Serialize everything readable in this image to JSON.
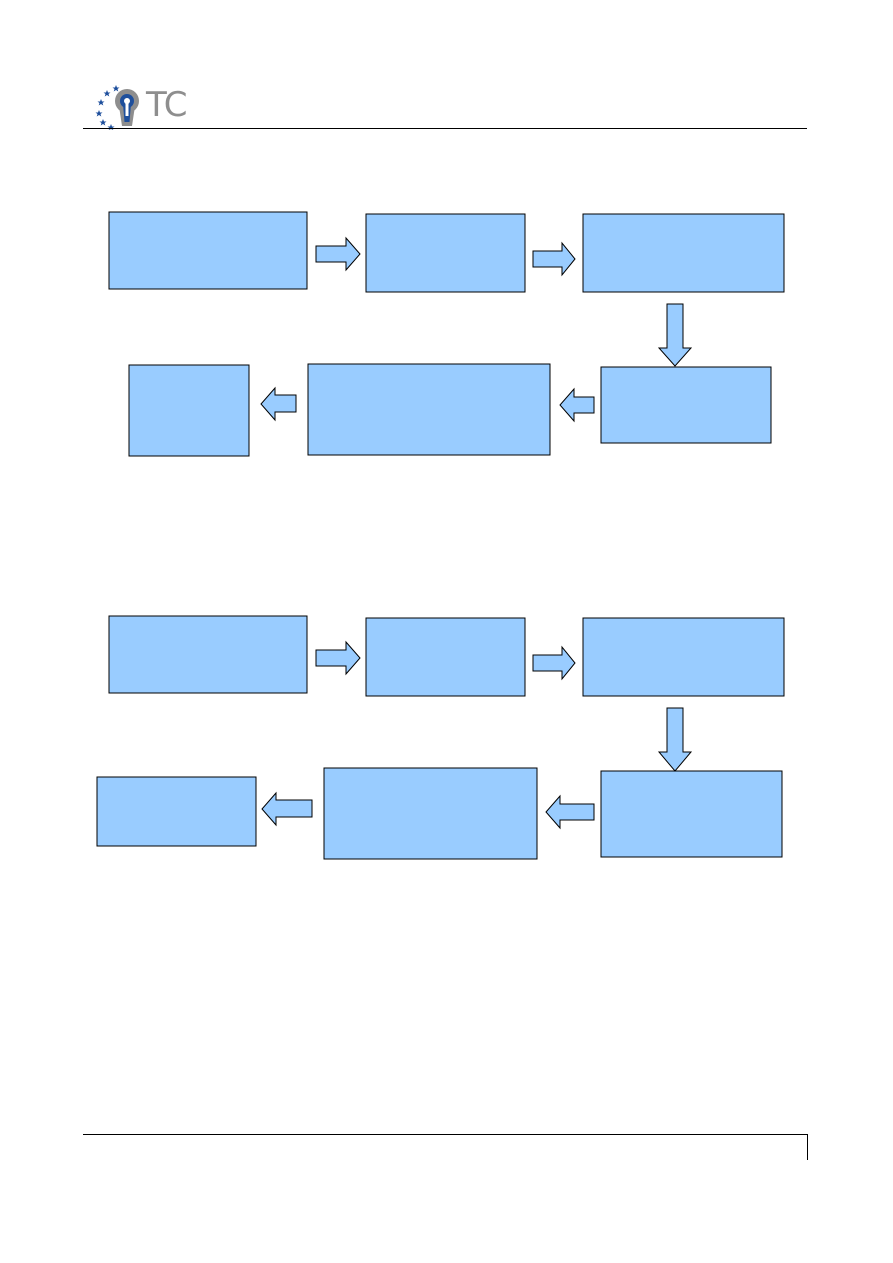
{
  "header": {
    "logo_text": "TC",
    "logo_icon": "keyhole-stars-logo"
  },
  "footer": {
    "page_number": ""
  },
  "colors": {
    "box_fill": "#99ccff",
    "box_stroke": "#000000",
    "arrow_fill": "#99ccff",
    "arrow_stroke": "#000000",
    "logo_blue": "#1e4f9c",
    "logo_grey": "#8e8e8e"
  },
  "diagrams": [
    {
      "boxes": [
        {
          "id": "d1-step-1",
          "label": ""
        },
        {
          "id": "d1-step-2",
          "label": ""
        },
        {
          "id": "d1-step-3",
          "label": ""
        },
        {
          "id": "d1-step-4",
          "label": ""
        },
        {
          "id": "d1-step-5",
          "label": ""
        },
        {
          "id": "d1-step-6",
          "label": ""
        }
      ],
      "flow": [
        {
          "from": "d1-step-1",
          "to": "d1-step-2",
          "direction": "right"
        },
        {
          "from": "d1-step-2",
          "to": "d1-step-3",
          "direction": "right"
        },
        {
          "from": "d1-step-3",
          "to": "d1-step-4",
          "direction": "down"
        },
        {
          "from": "d1-step-4",
          "to": "d1-step-5",
          "direction": "left"
        },
        {
          "from": "d1-step-5",
          "to": "d1-step-6",
          "direction": "left"
        }
      ]
    },
    {
      "boxes": [
        {
          "id": "d2-step-1",
          "label": ""
        },
        {
          "id": "d2-step-2",
          "label": ""
        },
        {
          "id": "d2-step-3",
          "label": ""
        },
        {
          "id": "d2-step-4",
          "label": ""
        },
        {
          "id": "d2-step-5",
          "label": ""
        },
        {
          "id": "d2-step-6",
          "label": ""
        }
      ],
      "flow": [
        {
          "from": "d2-step-1",
          "to": "d2-step-2",
          "direction": "right"
        },
        {
          "from": "d2-step-2",
          "to": "d2-step-3",
          "direction": "right"
        },
        {
          "from": "d2-step-3",
          "to": "d2-step-4",
          "direction": "down"
        },
        {
          "from": "d2-step-4",
          "to": "d2-step-5",
          "direction": "left"
        },
        {
          "from": "d2-step-5",
          "to": "d2-step-6",
          "direction": "left"
        }
      ]
    }
  ]
}
